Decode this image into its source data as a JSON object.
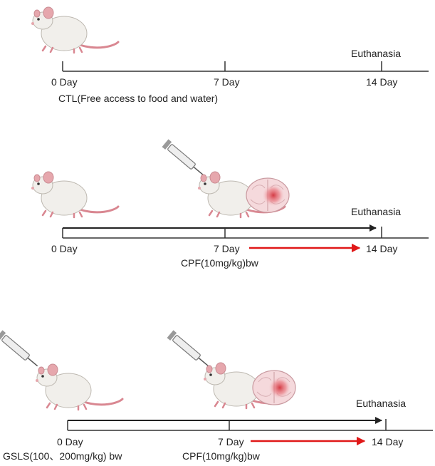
{
  "panels": {
    "control": {
      "day_labels": [
        "0 Day",
        "7 Day",
        "14 Day"
      ],
      "endpoint_label": "Euthanasia",
      "group_label": "CTL(Free access to food and water)"
    },
    "model": {
      "day_labels": [
        "0 Day",
        "7 Day",
        "14 Day"
      ],
      "endpoint_label": "Euthanasia",
      "treatment_label": "CPF(10mg/kg)bw"
    },
    "treatment": {
      "day_labels": [
        "0 Day",
        "7 Day",
        "14 Day"
      ],
      "endpoint_label": "Euthanasia",
      "pretreatment_label": "GSLS(100、200mg/kg) bw",
      "treatment_label": "CPF(10mg/kg)bw"
    }
  },
  "colors": {
    "axis": "#333333",
    "arrow_black": "#222222",
    "arrow_red": "#e01818",
    "mouse_body": "#f1efeb",
    "mouse_ear": "#e6a7ad",
    "mouse_tail": "#d98791",
    "brain_tissue": "#f5d9dc",
    "brain_lesion": "#d2323c"
  },
  "icons": [
    "mouse-icon",
    "syringe-icon",
    "brain-section-icon"
  ]
}
